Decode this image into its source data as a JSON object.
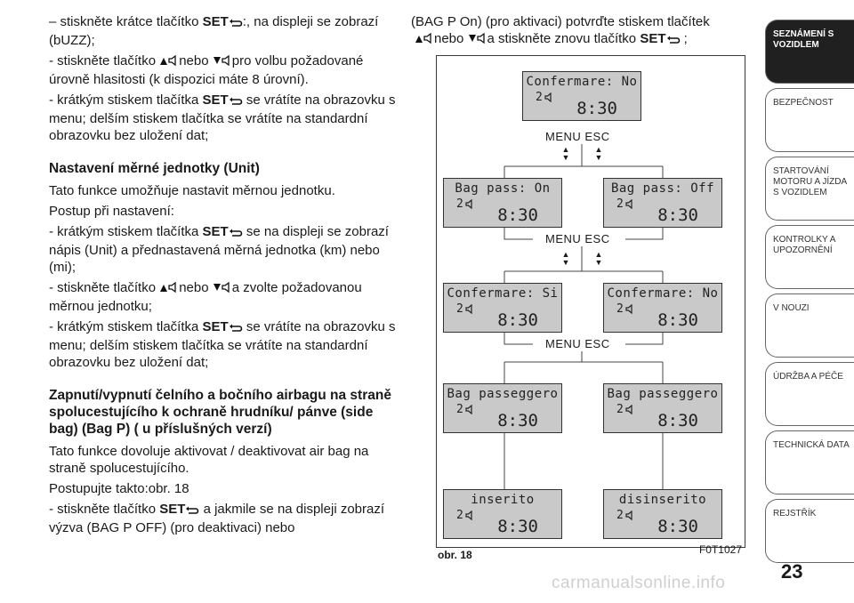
{
  "left": {
    "p1_pre": "– stiskněte krátce tlačítko ",
    "p1_kw": "SET",
    "p1_post": ":, na displeji se zobrazí (bUZZ);",
    "p2_pre": "- stiskněte tlačítko ",
    "p2_mid": "nebo ",
    "p2_post": "pro volbu požadované úrovně hlasitosti (k dispozici máte 8 úrovní).",
    "p3_pre": "- krátkým stiskem tlačítka ",
    "p3_kw": "SET",
    "p3_post": " se vrátíte na obrazovku s menu; delším stiskem tlačítka se vrátíte na standardní obrazovku bez uložení dat;",
    "h1": "Nastavení měrné jednotky (Unit)",
    "p4": "Tato funkce umožňuje nastavit měrnou jednotku.",
    "p5": "Postup při nastavení:",
    "p6_pre": "- krátkým stiskem tlačítka ",
    "p6_kw": "SET",
    "p6_post": " se na displeji se zobrazí nápis (Unit) a přednastavená měrná jednotka (km) nebo (mi);",
    "p7_pre": "- stiskněte tlačítko ",
    "p7_mid": "nebo ",
    "p7_post": "a zvolte požadovanou měrnou jednotku;",
    "p8_pre": "- krátkým stiskem tlačítka ",
    "p8_kw": "SET",
    "p8_post": " se vrátíte na obrazovku s menu; delším stiskem tlačítka se vrátíte na standardní obrazovku bez uložení dat;",
    "h2": "Zapnutí/vypnutí čelního a bočního airbagu na straně spolucestujícího k ochraně hrudníku/ pánve (side bag) (Bag P) ( u příslušných verzí)",
    "p9": "Tato funkce dovoluje aktivovat / deaktivovat air bag na straně spolucestujícího.",
    "p10": "Postupujte takto:obr. 18",
    "p11_pre": "- stiskněte tlačítko ",
    "p11_kw": "SET",
    "p11_post": " a jakmile se na displeji zobrazí výzva (BAG P OFF) (pro deaktivaci) nebo"
  },
  "right": {
    "line1": "(BAG P On) (pro aktivaci) potvrďte stiskem tlačítek",
    "l2_mid": "nebo ",
    "l2_post": "a stiskněte znovu tlačítko ",
    "l2_kw": "SET",
    "l2_end": " ;"
  },
  "figure": {
    "lcd_top": "Confermare: No",
    "lcd_bag_on": "Bag pass: On",
    "lcd_bag_off": "Bag pass: Off",
    "lcd_conf_si": "Confermare: Si",
    "lcd_conf_no": "Confermare: No",
    "lcd_pass_l": "Bag passeggero",
    "lcd_pass_r": "Bag passeggero",
    "lcd_inserito": "inserito",
    "lcd_disinserito": "disinserito",
    "vol_digit": "2",
    "clock": "8:30",
    "menu_esc": "MENU  ESC",
    "caption": "obr. 18",
    "code": "F0T1027"
  },
  "tabs": [
    "SEZNÁMENÍ S VOZIDLEM",
    "BEZPEČNOST",
    "STARTOVÁNÍ MOTORU A JÍZDA S VOZIDLEM",
    "KONTROLKY A UPOZORNĚNÍ",
    "V NOUZI",
    "ÚDRŽBA A PÉČE",
    "TECHNICKÁ DATA",
    "REJSTŘÍK"
  ],
  "page_number": "23",
  "watermark": "carmanualsonline.info"
}
